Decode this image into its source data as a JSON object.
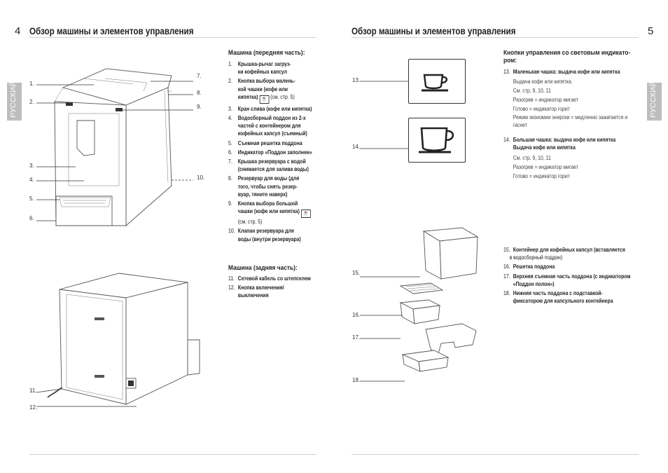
{
  "left_page": {
    "page_number": "4",
    "title": "Обзор машины и элементов управления",
    "side_tab": "РУССКИЙ",
    "callouts": [
      "1.",
      "2.",
      "3.",
      "4.",
      "5.",
      "6.",
      "7.",
      "8.",
      "9.",
      "10.",
      "11.",
      "12."
    ],
    "front": {
      "heading": "Машина (передняя часть):",
      "items": [
        {
          "n": "1.",
          "t": "Крышка-рычаг загруз-\nки кофейных капсул"
        },
        {
          "n": "2.",
          "t": "Кнопка выбора малень-\nкой чашки (кофе или\nкипятка)",
          "ref": "(см. стр. 5)"
        },
        {
          "n": "3.",
          "t": "Кран слива (кофе или кипятка)"
        },
        {
          "n": "4.",
          "t": "Водосборный поддон из 2-х\nчастей с контейнером для\nкофейных капсул (съемный)"
        },
        {
          "n": "5.",
          "t": "Съемная решетка поддона"
        },
        {
          "n": "6.",
          "t": "Индикатор «Поддон заполнен»"
        },
        {
          "n": "7.",
          "t": "Крышка резервуара с водой\n(снимается для залива воды)"
        },
        {
          "n": "8.",
          "t": "Резервуар для воды (для\nтого, чтобы снять резер-\nвуар, тяните наверх)"
        },
        {
          "n": "9.",
          "t": "Кнопка выбора большой\nчашки (кофе или кипятка)",
          "ref": "(см. стр. 5)"
        },
        {
          "n": "10.",
          "t": "Клапан резервуара для\nводы (внутри резервуара)"
        }
      ]
    },
    "back": {
      "heading": "Машина (задняя часть):",
      "items": [
        {
          "n": "11.",
          "t": "Сетевой кабель со штепселем"
        },
        {
          "n": "12.",
          "t": "Кнопка включения/\nвыключения"
        }
      ]
    }
  },
  "right_page": {
    "page_number": "5",
    "title": "Обзор машины и элементов управления",
    "side_tab": "РУССКИЙ",
    "callouts": [
      "13.",
      "14.",
      "15.",
      "16.",
      "17.",
      "18."
    ],
    "buttons_heading": "Кнопки управления со световым индикато-\nром:",
    "button_items": [
      {
        "n": "13.",
        "t": "Маленькая чашка: выдача кофе или кипятка",
        "lines": [
          "Выдача кофе или кипятка.",
          "См. стр. 9, 10, 11",
          "Разогрев = индикатор мигает",
          "Готово = индикатор горит",
          "Режим экономии энергии = медленно зажигается и\nгаснет"
        ]
      },
      {
        "n": "14.",
        "t": "Большая чашка: выдача кофе или кипятка\nВыдача кофе или кипятка",
        "lines": [
          "См. стр. 9, 10, 11",
          "Разогрев = индикатор мигает",
          "Готово = индикатор горит"
        ]
      }
    ],
    "tray_items": [
      {
        "n": "15.",
        "t": "Контейнер для кофейных капсул (вставляется",
        "sub": "в водосборный поддон)"
      },
      {
        "n": "16.",
        "t": "Решетка поддона"
      },
      {
        "n": "17.",
        "t": "Верхняя съемная часть поддона (с индикатором\n«Поддон полон»)"
      },
      {
        "n": "18.",
        "t": "Нижняя часть поддона с подставкой-\nфиксатором для капсульного контейнера"
      }
    ]
  }
}
